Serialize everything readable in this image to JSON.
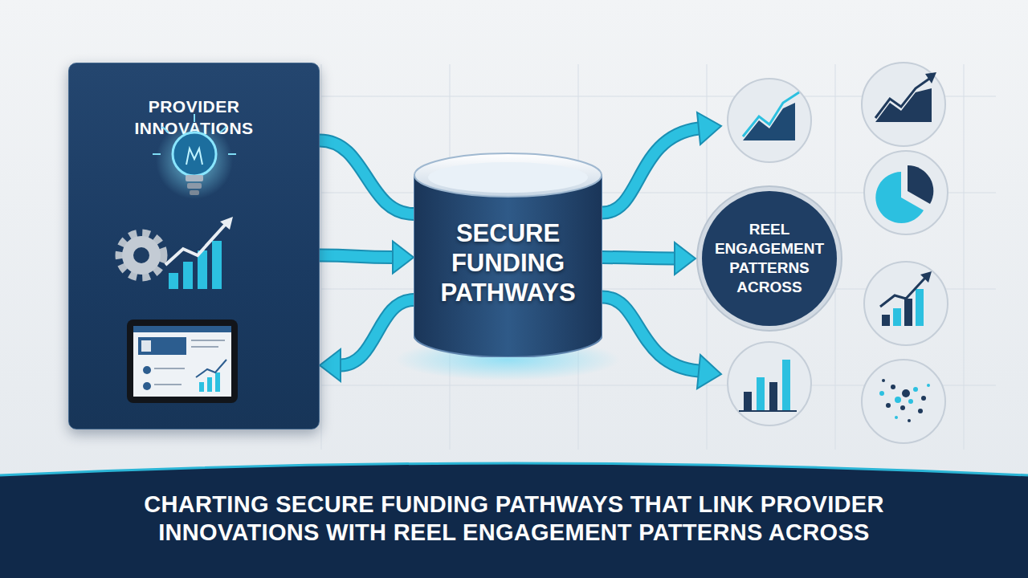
{
  "diagram": {
    "caption": "CHARTING SECURE FUNDING PATHWAYS THAT LINK PROVIDER INNOVATIONS WITH REEL ENGAGEMENT PATTERNS ACROSS",
    "nodes": [
      {
        "text": [
          "PROVIDER INNOVATIONS"
        ]
      },
      {
        "text": [
          "SECURE FUNDING PATHWAYS"
        ]
      },
      {
        "text": [
          "REEL ENGAGEMENT PATTERNS ACROSS"
        ]
      }
    ],
    "edges": [
      {
        "from": 0,
        "to": 1,
        "arrow": "none"
      },
      {
        "from": 0,
        "to": 1,
        "arrow": "to"
      },
      {
        "from": 1,
        "to": 0,
        "arrow": "to"
      },
      {
        "from": 1,
        "to": 2,
        "arrow": "to"
      }
    ]
  }
}
